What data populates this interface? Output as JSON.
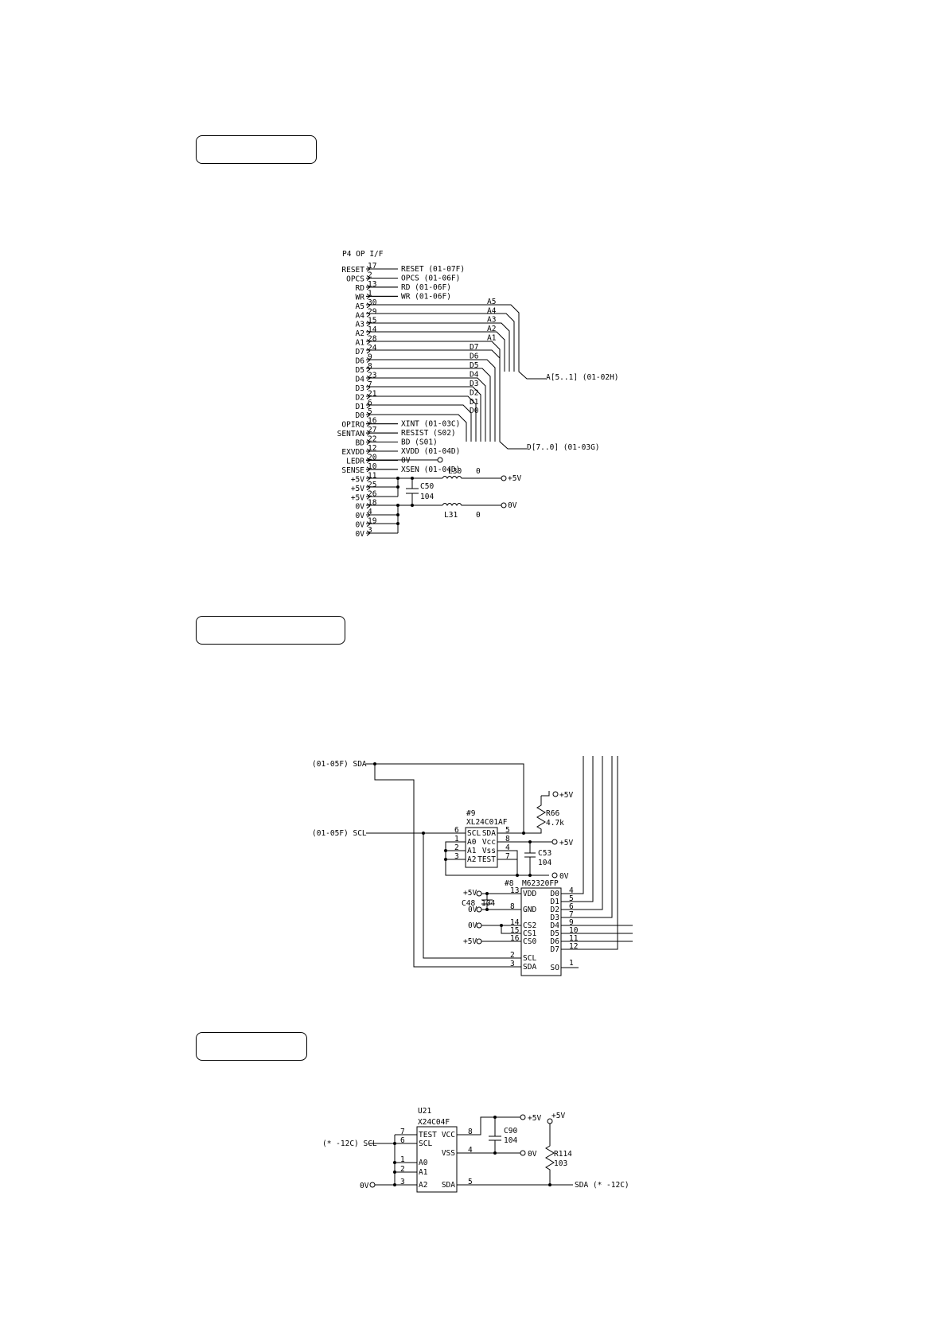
{
  "sections": [
    {
      "id": "op-if",
      "title": "P4 OP I/F",
      "pins": [
        {
          "name": "RESET",
          "pin": "17",
          "signal": "RESET (01-07F)"
        },
        {
          "name": "OPCS",
          "pin": "2",
          "signal": "OPCS (01-06F)"
        },
        {
          "name": "RD",
          "pin": "13",
          "signal": "RD (01-06F)"
        },
        {
          "name": "WR",
          "pin": "1",
          "signal": "WR (01-06F)"
        },
        {
          "name": "A5",
          "pin": "30",
          "signal": "A5"
        },
        {
          "name": "A4",
          "pin": "29",
          "signal": "A4"
        },
        {
          "name": "A3",
          "pin": "15",
          "signal": "A3"
        },
        {
          "name": "A2",
          "pin": "14",
          "signal": "A2"
        },
        {
          "name": "A1",
          "pin": "28",
          "signal": "A1"
        },
        {
          "name": "D7",
          "pin": "24",
          "signal": "D7"
        },
        {
          "name": "D6",
          "pin": "9",
          "signal": "D6"
        },
        {
          "name": "D5",
          "pin": "8",
          "signal": "D5"
        },
        {
          "name": "D4",
          "pin": "23",
          "signal": "D4"
        },
        {
          "name": "D3",
          "pin": "7",
          "signal": "D3"
        },
        {
          "name": "D2",
          "pin": "21",
          "signal": "D2"
        },
        {
          "name": "D1",
          "pin": "6",
          "signal": "D1"
        },
        {
          "name": "D0",
          "pin": "5",
          "signal": "D0"
        },
        {
          "name": "OPIRQ",
          "pin": "16",
          "signal": "XINT (01-03C)"
        },
        {
          "name": "SENTAN",
          "pin": "27",
          "signal": "RESIST (S02)"
        },
        {
          "name": "BD",
          "pin": "22",
          "signal": "BD (S01)"
        },
        {
          "name": "EXVDD",
          "pin": "12",
          "signal": "XVDD (01-04D)"
        },
        {
          "name": "LEDR",
          "pin": "20",
          "signal": "0V"
        },
        {
          "name": "SENSE",
          "pin": "10",
          "signal": "XSEN (01-04D)"
        },
        {
          "name": "+5V",
          "pin": "11",
          "signal": ""
        },
        {
          "name": "+5V",
          "pin": "25",
          "signal": ""
        },
        {
          "name": "+5V",
          "pin": "26",
          "signal": ""
        },
        {
          "name": "0V",
          "pin": "18",
          "signal": ""
        },
        {
          "name": "0V",
          "pin": "4",
          "signal": ""
        },
        {
          "name": "0V",
          "pin": "19",
          "signal": ""
        },
        {
          "name": "0V",
          "pin": "3",
          "signal": ""
        }
      ],
      "bus_a": "A[5..1] (01-02H)",
      "bus_d": "D[7..0] (01-03G)",
      "l30": "L30",
      "l30_val": "0",
      "l30_out": "+5V",
      "l31": "L31",
      "l31_val": "0",
      "l31_out": "0V",
      "c50": "C50",
      "c50_val": "104"
    },
    {
      "id": "eeprom-dipsw",
      "sda_in": "(01-05F)  SDA",
      "scl_in": "(01-05F)  SCL",
      "r66": "R66",
      "r66_val": "4.7k",
      "r66_top": "+5V",
      "ic9_ref": "#9",
      "ic9_part": "XL24C01AF",
      "ic9_pins_left": [
        {
          "n": "6",
          "l": "SCL"
        },
        {
          "n": "1",
          "l": "A0"
        },
        {
          "n": "2",
          "l": "A1"
        },
        {
          "n": "3",
          "l": "A2"
        }
      ],
      "ic9_pins_right": [
        {
          "n": "5",
          "l": "SDA"
        },
        {
          "n": "8",
          "l": "Vcc"
        },
        {
          "n": "4",
          "l": "Vss"
        },
        {
          "n": "7",
          "l": "TEST"
        }
      ],
      "ic9_vcc": "+5V",
      "ic9_gnd": "0V",
      "c53": "C53",
      "c53_val": "104",
      "ic8_ref": "#8",
      "ic8_part": "M62320FP",
      "ic8_left": [
        {
          "n": "13",
          "l": "VDD"
        },
        {
          "n": "8",
          "l": "GND"
        },
        {
          "n": "14",
          "l": "CS2"
        },
        {
          "n": "15",
          "l": "CS1"
        },
        {
          "n": "16",
          "l": "CS0"
        },
        {
          "n": "2",
          "l": "SCL"
        },
        {
          "n": "3",
          "l": "SDA"
        }
      ],
      "ic8_right": [
        {
          "n": "4",
          "l": "D0"
        },
        {
          "n": "5",
          "l": "D1"
        },
        {
          "n": "6",
          "l": "D2"
        },
        {
          "n": "7",
          "l": "D3"
        },
        {
          "n": "9",
          "l": "D4"
        },
        {
          "n": "10",
          "l": "D5"
        },
        {
          "n": "11",
          "l": "D6"
        },
        {
          "n": "12",
          "l": "D7"
        },
        {
          "n": "1",
          "l": "SO"
        }
      ],
      "c48": "C48",
      "c48_val": "104",
      "rail_5v": "+5V",
      "rail_0v": "0V"
    },
    {
      "id": "eeprom-u21",
      "ref": "U21",
      "part": "X24C04F",
      "scl_in": "(* -12C)  SCL",
      "sda_out": "SDA (* -12C)",
      "gnd": "0V",
      "pins_left": [
        {
          "n": "7",
          "l": "TEST"
        },
        {
          "n": "6",
          "l": "SCL"
        },
        {
          "n": "1",
          "l": "A0"
        },
        {
          "n": "2",
          "l": "A1"
        },
        {
          "n": "3",
          "l": "A2"
        }
      ],
      "pins_right": [
        {
          "n": "8",
          "l": "VCC"
        },
        {
          "n": "4",
          "l": "VSS"
        },
        {
          "n": "5",
          "l": "SDA"
        }
      ],
      "c90": "C90",
      "c90_val": "104",
      "r114": "R114",
      "r114_val": "103",
      "vcc": "+5V",
      "vss": "0V",
      "r_top": "+5V"
    }
  ]
}
